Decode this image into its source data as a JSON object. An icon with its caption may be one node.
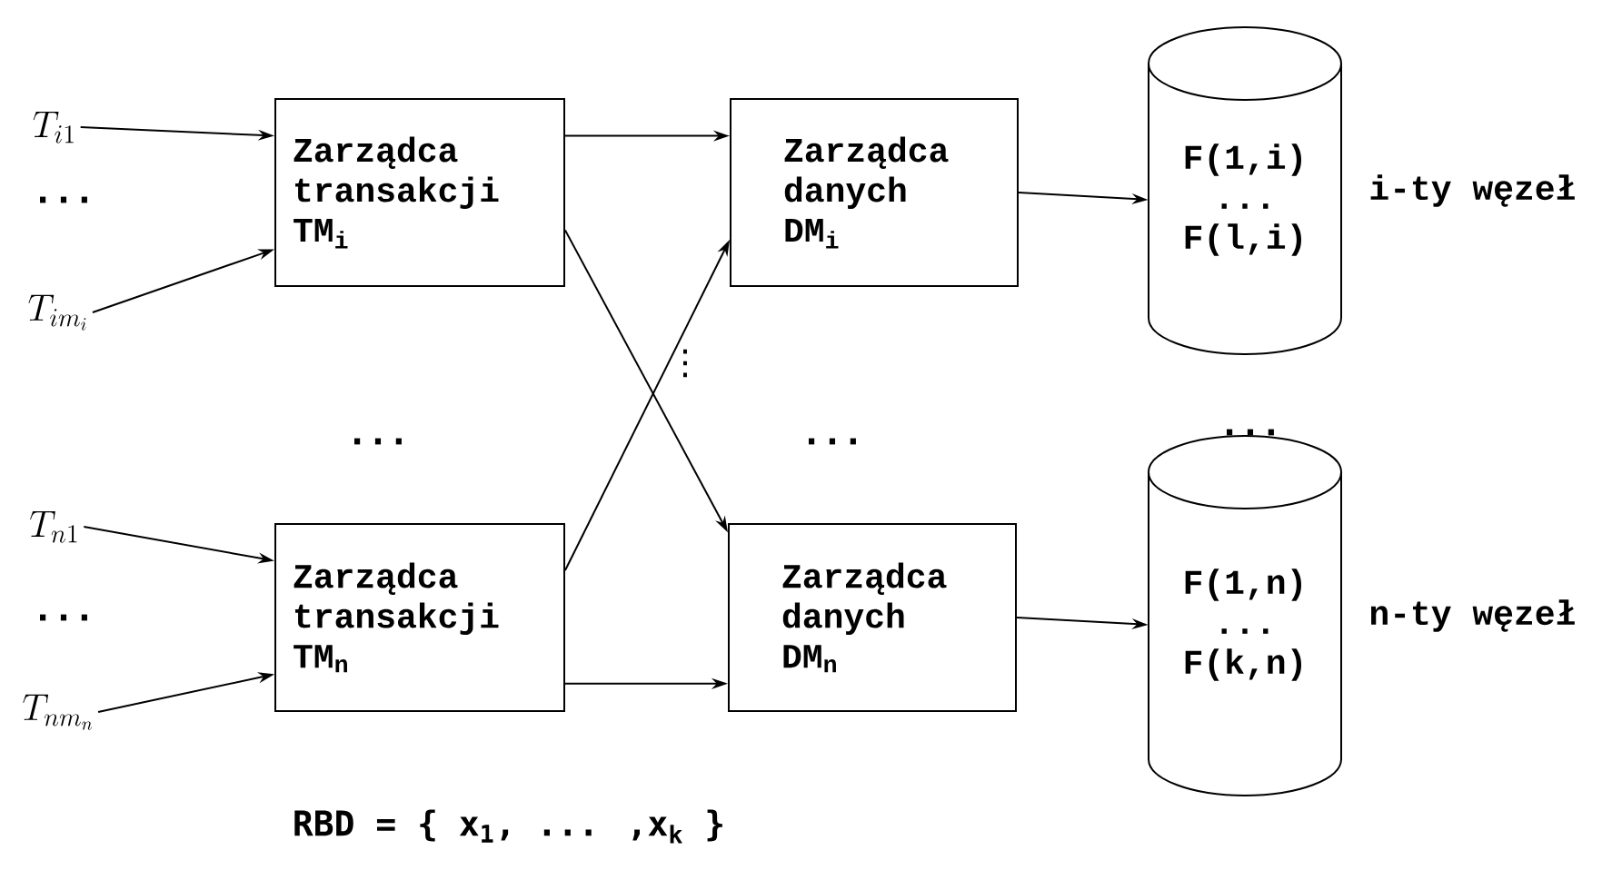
{
  "diagram": {
    "nodes": [
      {
        "text": [
          "T_{i1}"
        ]
      },
      {
        "text": [
          "T_{im_i}"
        ]
      },
      {
        "text": [
          "T_{n1}"
        ]
      },
      {
        "text": [
          "T_{nm_n}"
        ]
      },
      {
        "text": [
          "Zarządca transakcji TM$_{i}$"
        ]
      },
      {
        "text": [
          "Zarządca transakcji TM$_{n}$"
        ]
      },
      {
        "text": [
          "Zarządca danych DM$_{i}$"
        ]
      },
      {
        "text": [
          "Zarządca danych DM$_{n}$"
        ]
      },
      {
        "text": [
          "F(1,i) ... F(l,i)"
        ],
        "beside": [
          "i-ty węzeł"
        ]
      },
      {
        "text": [
          "F(1,n) ... F(k,n)"
        ],
        "beside": [
          "n-ty węzeł"
        ]
      }
    ],
    "edges": [
      {
        "from": 0,
        "to": 4,
        "arrow": "to"
      },
      {
        "from": 1,
        "to": 4,
        "arrow": "to"
      },
      {
        "from": 2,
        "to": 5,
        "arrow": "to"
      },
      {
        "from": 3,
        "to": 5,
        "arrow": "to"
      },
      {
        "from": 4,
        "to": 6,
        "arrow": "to"
      },
      {
        "from": 4,
        "to": 7,
        "arrow": "to"
      },
      {
        "from": 5,
        "to": 6,
        "arrow": "to"
      },
      {
        "from": 5,
        "to": 7,
        "arrow": "to"
      },
      {
        "from": 6,
        "to": 8,
        "arrow": "to"
      },
      {
        "from": 7,
        "to": 9,
        "arrow": "to"
      }
    ],
    "labels": [
      "...",
      "...",
      "...",
      "...",
      "...",
      "⋮",
      "RBD = { x$_{1}$, ... ,x$_{k}$ }"
    ]
  }
}
